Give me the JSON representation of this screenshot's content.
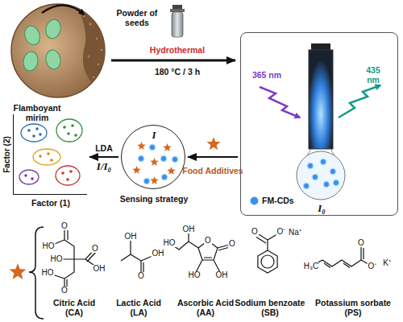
{
  "diagram": {
    "nodes": [
      {
        "text": [
          "Powder of seeds",
          "Flamboyant mirim"
        ]
      },
      {
        "text": [
          "365 nm",
          "435 nm",
          "I₀"
        ]
      },
      {
        "text": [
          "I",
          "Sensing strategy"
        ]
      },
      {
        "text": [
          "Factor (2)",
          "Factor (1)"
        ]
      },
      {
        "text": [
          "O",
          "HO",
          "HO",
          "O",
          "OH",
          "HO",
          "O",
          "Citric Acid (CA)"
        ]
      },
      {
        "text": [
          "OH",
          "OH",
          "O",
          "Lactic Acid (LA)"
        ]
      },
      {
        "text": [
          "OH",
          "HO",
          "O",
          "O",
          "HO",
          "OH",
          "Ascorbic Acid (AA)"
        ]
      },
      {
        "text": [
          "O",
          "O⁻",
          "Na⁺",
          "Sodium benzoate (SB)"
        ]
      },
      {
        "text": [
          "O",
          "H₃C",
          "O⁻",
          "K⁺",
          "Potassium sorbate (PS)"
        ]
      }
    ],
    "edges": [
      {
        "from": 0,
        "to": 1,
        "arrow": "to",
        "label": "Hydrothermal"
      },
      {
        "from": 1,
        "to": 2,
        "arrow": "to",
        "label": "Food Additives"
      },
      {
        "from": 2,
        "to": 3,
        "arrow": "to",
        "label": "LDA"
      }
    ],
    "labels": [
      "180 °C / 3 h",
      "I/I₀"
    ],
    "legend": [
      {
        "text": "FM-CDs"
      }
    ]
  }
}
